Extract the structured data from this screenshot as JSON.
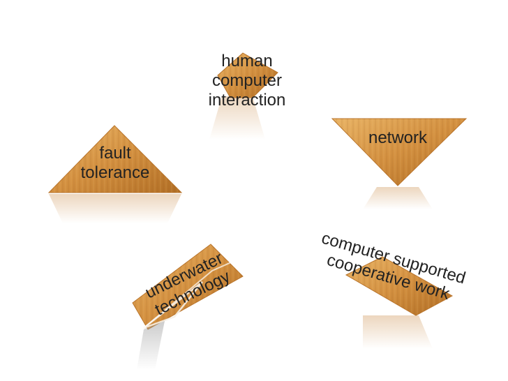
{
  "colors": {
    "wood_light": "#e6ad5e",
    "wood_mid": "#cf8a37",
    "wood_dark": "#a9651e",
    "text": "#222222"
  },
  "pieces": {
    "hci": {
      "lines": [
        "human",
        "computer",
        "interaction"
      ]
    },
    "network": {
      "label": "network"
    },
    "fault": {
      "lines": [
        "fault",
        "tolerance"
      ]
    },
    "cscw": {
      "lines": [
        "computer supported",
        "cooperative work"
      ]
    },
    "underwater": {
      "lines": [
        "underwater",
        "technology"
      ]
    }
  }
}
